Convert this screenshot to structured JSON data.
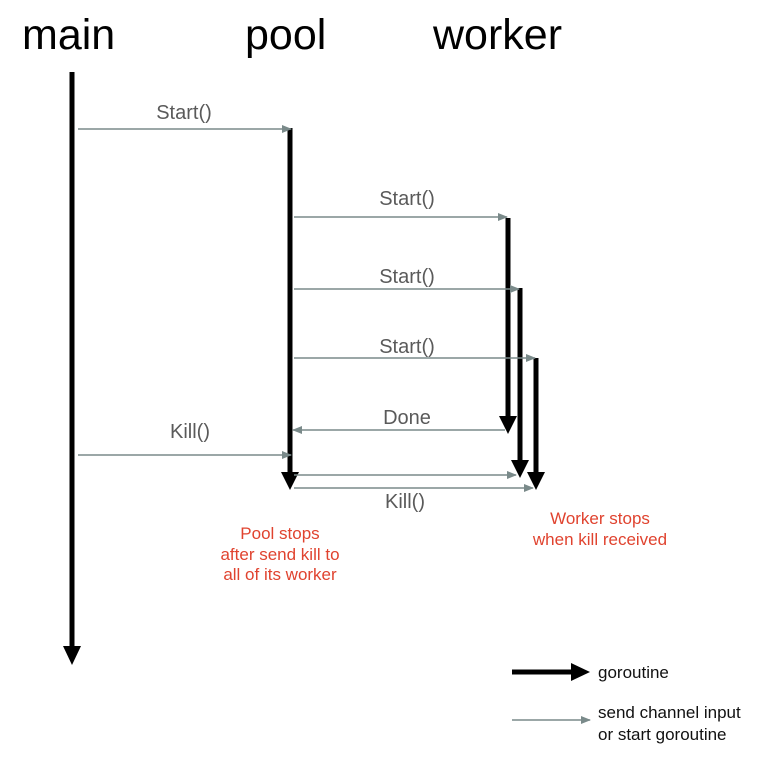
{
  "columns": {
    "main": "main",
    "pool": "pool",
    "worker": "worker"
  },
  "messages": {
    "main_start": "Start()",
    "worker_start_1": "Start()",
    "worker_start_2": "Start()",
    "worker_start_3": "Start()",
    "done": "Done",
    "main_kill": "Kill()",
    "pool_kill": "Kill()"
  },
  "notes": {
    "pool_stops": [
      "Pool stops",
      "after send kill to",
      "all of its worker"
    ],
    "worker_stops": [
      "Worker stops",
      "when kill received"
    ]
  },
  "legend": {
    "goroutine": "goroutine",
    "channel": [
      "send channel input",
      "or start goroutine"
    ]
  },
  "colors": {
    "goroutine": "#000000",
    "message": "#7a8a8a",
    "note": "#e0432f"
  }
}
